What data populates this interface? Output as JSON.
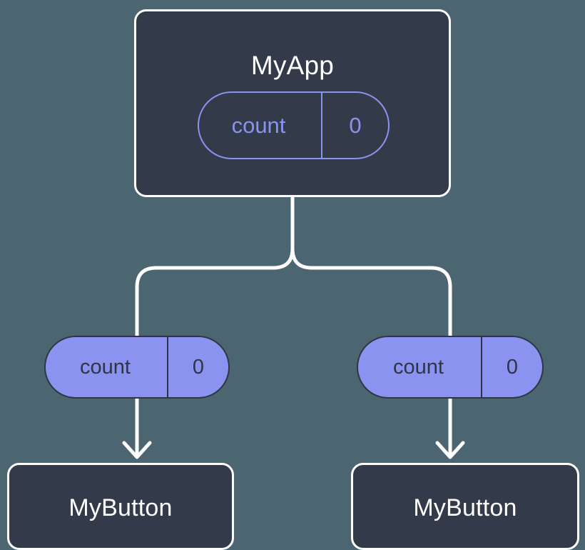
{
  "diagram": {
    "title": "React state prop drilling tree",
    "background_color": "#4B6670",
    "node_fill": "#333A49",
    "node_border": "#FFFFFF",
    "accent_color": "#8A93EF",
    "connector_color": "#FFFFFF"
  },
  "nodes": {
    "root": {
      "label": "MyApp",
      "state": {
        "name": "count",
        "value": "0",
        "style": "outline"
      }
    },
    "children": [
      {
        "label": "MyButton",
        "prop": {
          "name": "count",
          "value": "0",
          "style": "filled"
        }
      },
      {
        "label": "MyButton",
        "prop": {
          "name": "count",
          "value": "0",
          "style": "filled"
        }
      }
    ]
  },
  "connectors": [
    {
      "name": "root-to-branch",
      "kind": "line"
    },
    {
      "name": "branch-to-left-child",
      "kind": "elbow"
    },
    {
      "name": "branch-to-right-child",
      "kind": "elbow"
    },
    {
      "name": "left-prop-to-button",
      "kind": "arrow"
    },
    {
      "name": "right-prop-to-button",
      "kind": "arrow"
    }
  ]
}
